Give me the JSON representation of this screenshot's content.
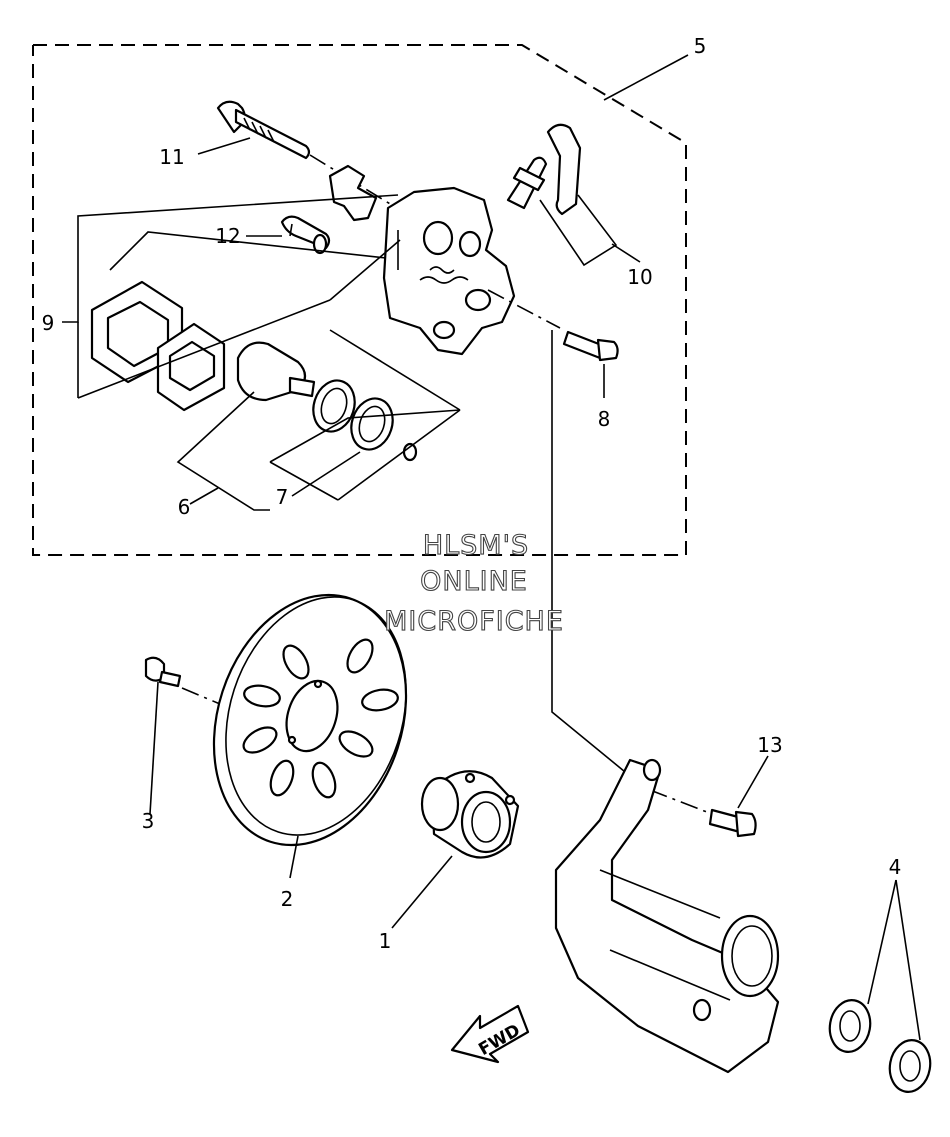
{
  "watermark": {
    "line1": "HLSM'S",
    "line2": "ONLINE",
    "line3": "MICROFICHE"
  },
  "fwd_label": "FWD",
  "callouts": [
    {
      "id": "1",
      "label": "1"
    },
    {
      "id": "2",
      "label": "2"
    },
    {
      "id": "3",
      "label": "3"
    },
    {
      "id": "4",
      "label": "4"
    },
    {
      "id": "5",
      "label": "5"
    },
    {
      "id": "6",
      "label": "6"
    },
    {
      "id": "7",
      "label": "7"
    },
    {
      "id": "8",
      "label": "8"
    },
    {
      "id": "9",
      "label": "9"
    },
    {
      "id": "10",
      "label": "10"
    },
    {
      "id": "11",
      "label": "11"
    },
    {
      "id": "12",
      "label": "12"
    },
    {
      "id": "13",
      "label": "13"
    }
  ]
}
